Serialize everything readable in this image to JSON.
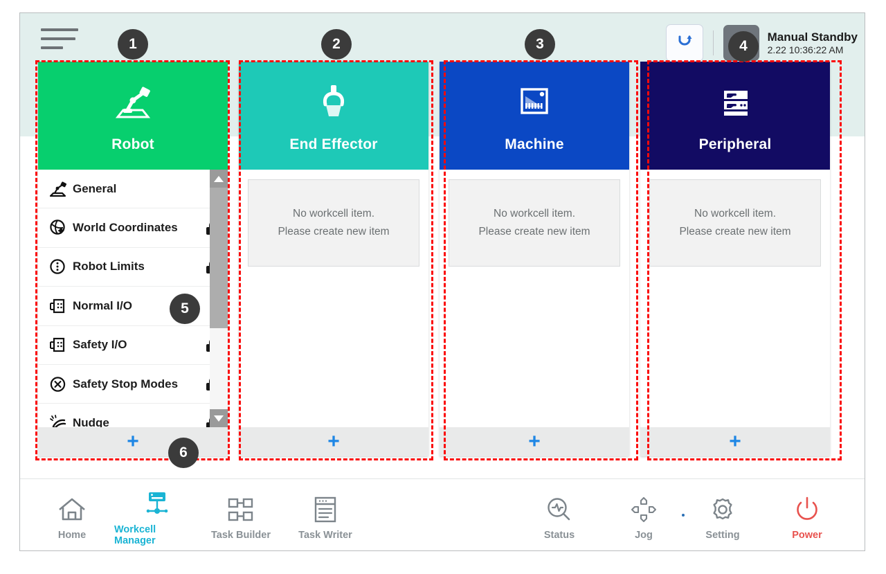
{
  "header": {
    "menu_icon": "hamburger-menu-icon",
    "reset_icon": "restart-circular-arrow-icon",
    "mode_icon": "manual-hand-gesture-icon",
    "status": "Manual Standby",
    "datetime": "2.22 10:36:22 AM"
  },
  "columns": [
    {
      "key": "robot",
      "title": "Robot",
      "icon": "robot-arm-icon",
      "color": "#07cf6e",
      "selected": true,
      "add_label": "+"
    },
    {
      "key": "end_effector",
      "title": "End Effector",
      "icon": "gripper-icon",
      "color": "#1ec9b7",
      "selected": false,
      "empty_line1": "No workcell item.",
      "empty_line2": "Please create new item",
      "add_label": "+"
    },
    {
      "key": "machine",
      "title": "Machine",
      "icon": "machine-icon",
      "color": "#0b48c4",
      "selected": false,
      "empty_line1": "No workcell item.",
      "empty_line2": "Please create new item",
      "add_label": "+"
    },
    {
      "key": "peripheral",
      "title": "Peripheral",
      "icon": "peripheral-rack-icon",
      "color": "#120b63",
      "selected": false,
      "empty_line1": "No workcell item.",
      "empty_line2": "Please create new item",
      "add_label": "+"
    }
  ],
  "robot_list": [
    {
      "label": "General",
      "icon": "robot-arm-icon",
      "locked": false
    },
    {
      "label": "World Coordinates",
      "icon": "globe-axis-icon",
      "locked": true
    },
    {
      "label": "Robot Limits",
      "icon": "limits-circle-icon",
      "locked": true
    },
    {
      "label": "Normal I/O",
      "icon": "io-port-icon",
      "locked": false
    },
    {
      "label": "Safety I/O",
      "icon": "io-port-icon",
      "locked": true
    },
    {
      "label": "Safety Stop Modes",
      "icon": "stop-x-icon",
      "locked": true
    },
    {
      "label": "Nudge",
      "icon": "nudge-hand-icon",
      "locked": true
    }
  ],
  "scrollbar": {
    "up_icon": "scroll-up-arrow-icon",
    "down_icon": "scroll-down-arrow-icon"
  },
  "bottom_nav": {
    "left": [
      {
        "label": "Home",
        "icon": "home-icon",
        "active": false
      },
      {
        "label": "Workcell Manager",
        "icon": "workcell-manager-icon",
        "active": true
      },
      {
        "label": "Task Builder",
        "icon": "task-builder-icon",
        "active": false
      },
      {
        "label": "Task Writer",
        "icon": "task-writer-icon",
        "active": false
      }
    ],
    "right": [
      {
        "label": "Status",
        "icon": "status-pulse-search-icon",
        "active": false
      },
      {
        "label": "Jog",
        "icon": "jog-dpad-icon",
        "active": false
      },
      {
        "label": "Setting",
        "icon": "gear-icon",
        "active": false
      },
      {
        "label": "Power",
        "icon": "power-icon",
        "active": false
      }
    ]
  },
  "annotations": [
    {
      "number": "1"
    },
    {
      "number": "2"
    },
    {
      "number": "3"
    },
    {
      "number": "4"
    },
    {
      "number": "5"
    },
    {
      "number": "6"
    }
  ]
}
